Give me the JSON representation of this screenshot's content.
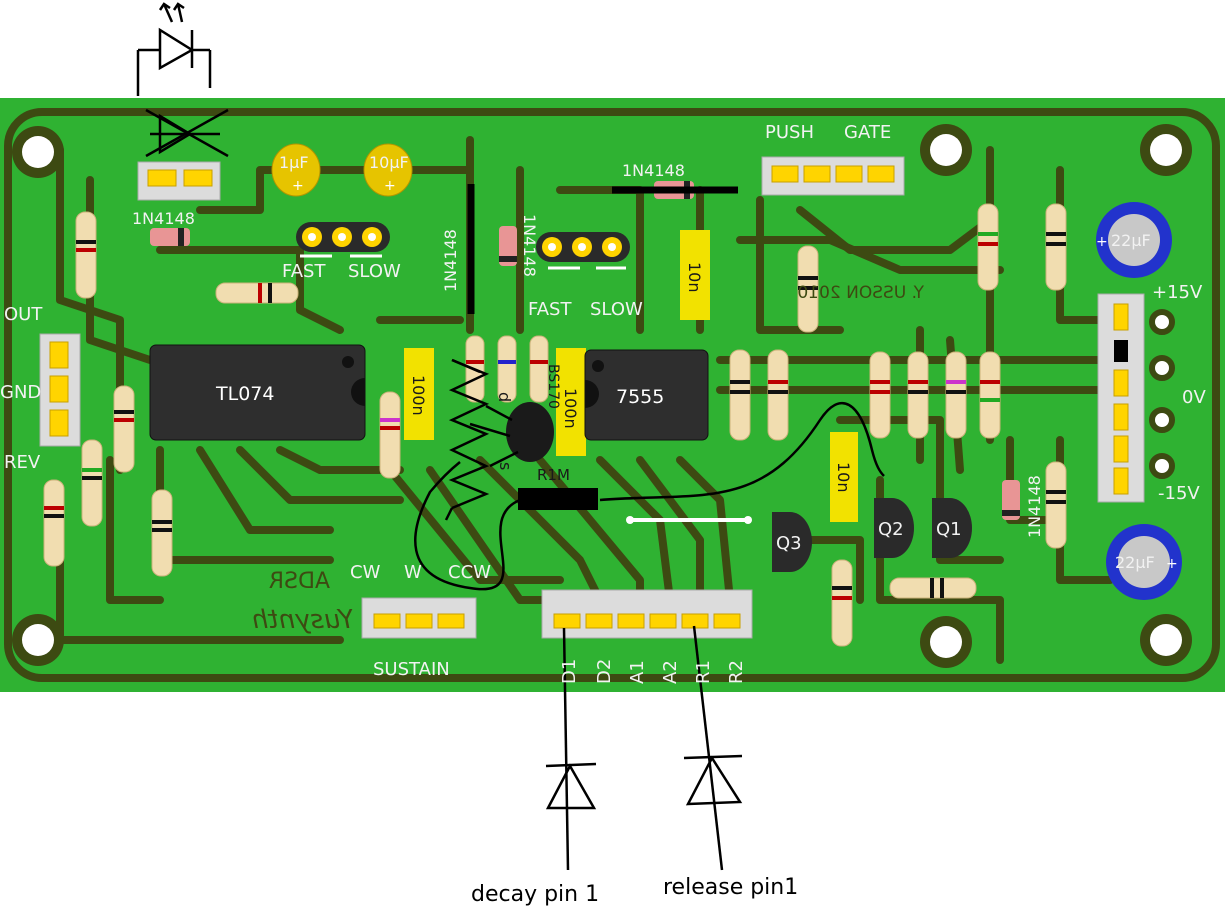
{
  "colors": {
    "board": "#2fb232",
    "trace": "#3d4a12",
    "chip": "#2e2e2e",
    "cap_yellow": "#f2e200",
    "header_gold": "#ffd400",
    "electrolytic_blue": "#2233cc"
  },
  "board": {
    "labels": {
      "out": "OUT",
      "gnd": "GND",
      "rev": "REV",
      "push": "PUSH",
      "gate": "GATE",
      "plus15": "+15V",
      "zero": "0V",
      "minus15": "-15V",
      "fast1": "FAST",
      "slow1": "SLOW",
      "fast2": "FAST",
      "slow2": "SLOW",
      "cw": "CW",
      "w": "W",
      "ccw": "CCW",
      "sustain": "SUSTAIN",
      "d1": "D1",
      "d2": "D2",
      "a1": "A1",
      "a2": "A2",
      "r1": "R1",
      "r2": "R2",
      "adsr": "ADSR",
      "yusynth": "Yusynth",
      "credit": "Y. USSON 2010"
    },
    "parts": {
      "tl074": "TL074",
      "ic7555": "7555",
      "cap1uf": "1µF",
      "cap10uf": "10µF",
      "cap22uf_top": "22µF",
      "cap22uf_bottom": "22µF",
      "cap100n_a": "100n",
      "cap100n_b": "100n",
      "cap10n_a": "10n",
      "cap10n_b": "10n",
      "diode_left": "1N4148",
      "diode_vert_a": "1N4148",
      "diode_vert_b": "1N4148",
      "diode_top": "1N4148",
      "diode_right": "1N4148",
      "bs170": "BS170",
      "r1m": "R1M",
      "q1": "Q1",
      "q2": "Q2",
      "q3": "Q3",
      "pin_d": "d",
      "pin_s": "s"
    }
  },
  "annotations": {
    "decay": "decay pin 1",
    "release": "release pin1"
  }
}
